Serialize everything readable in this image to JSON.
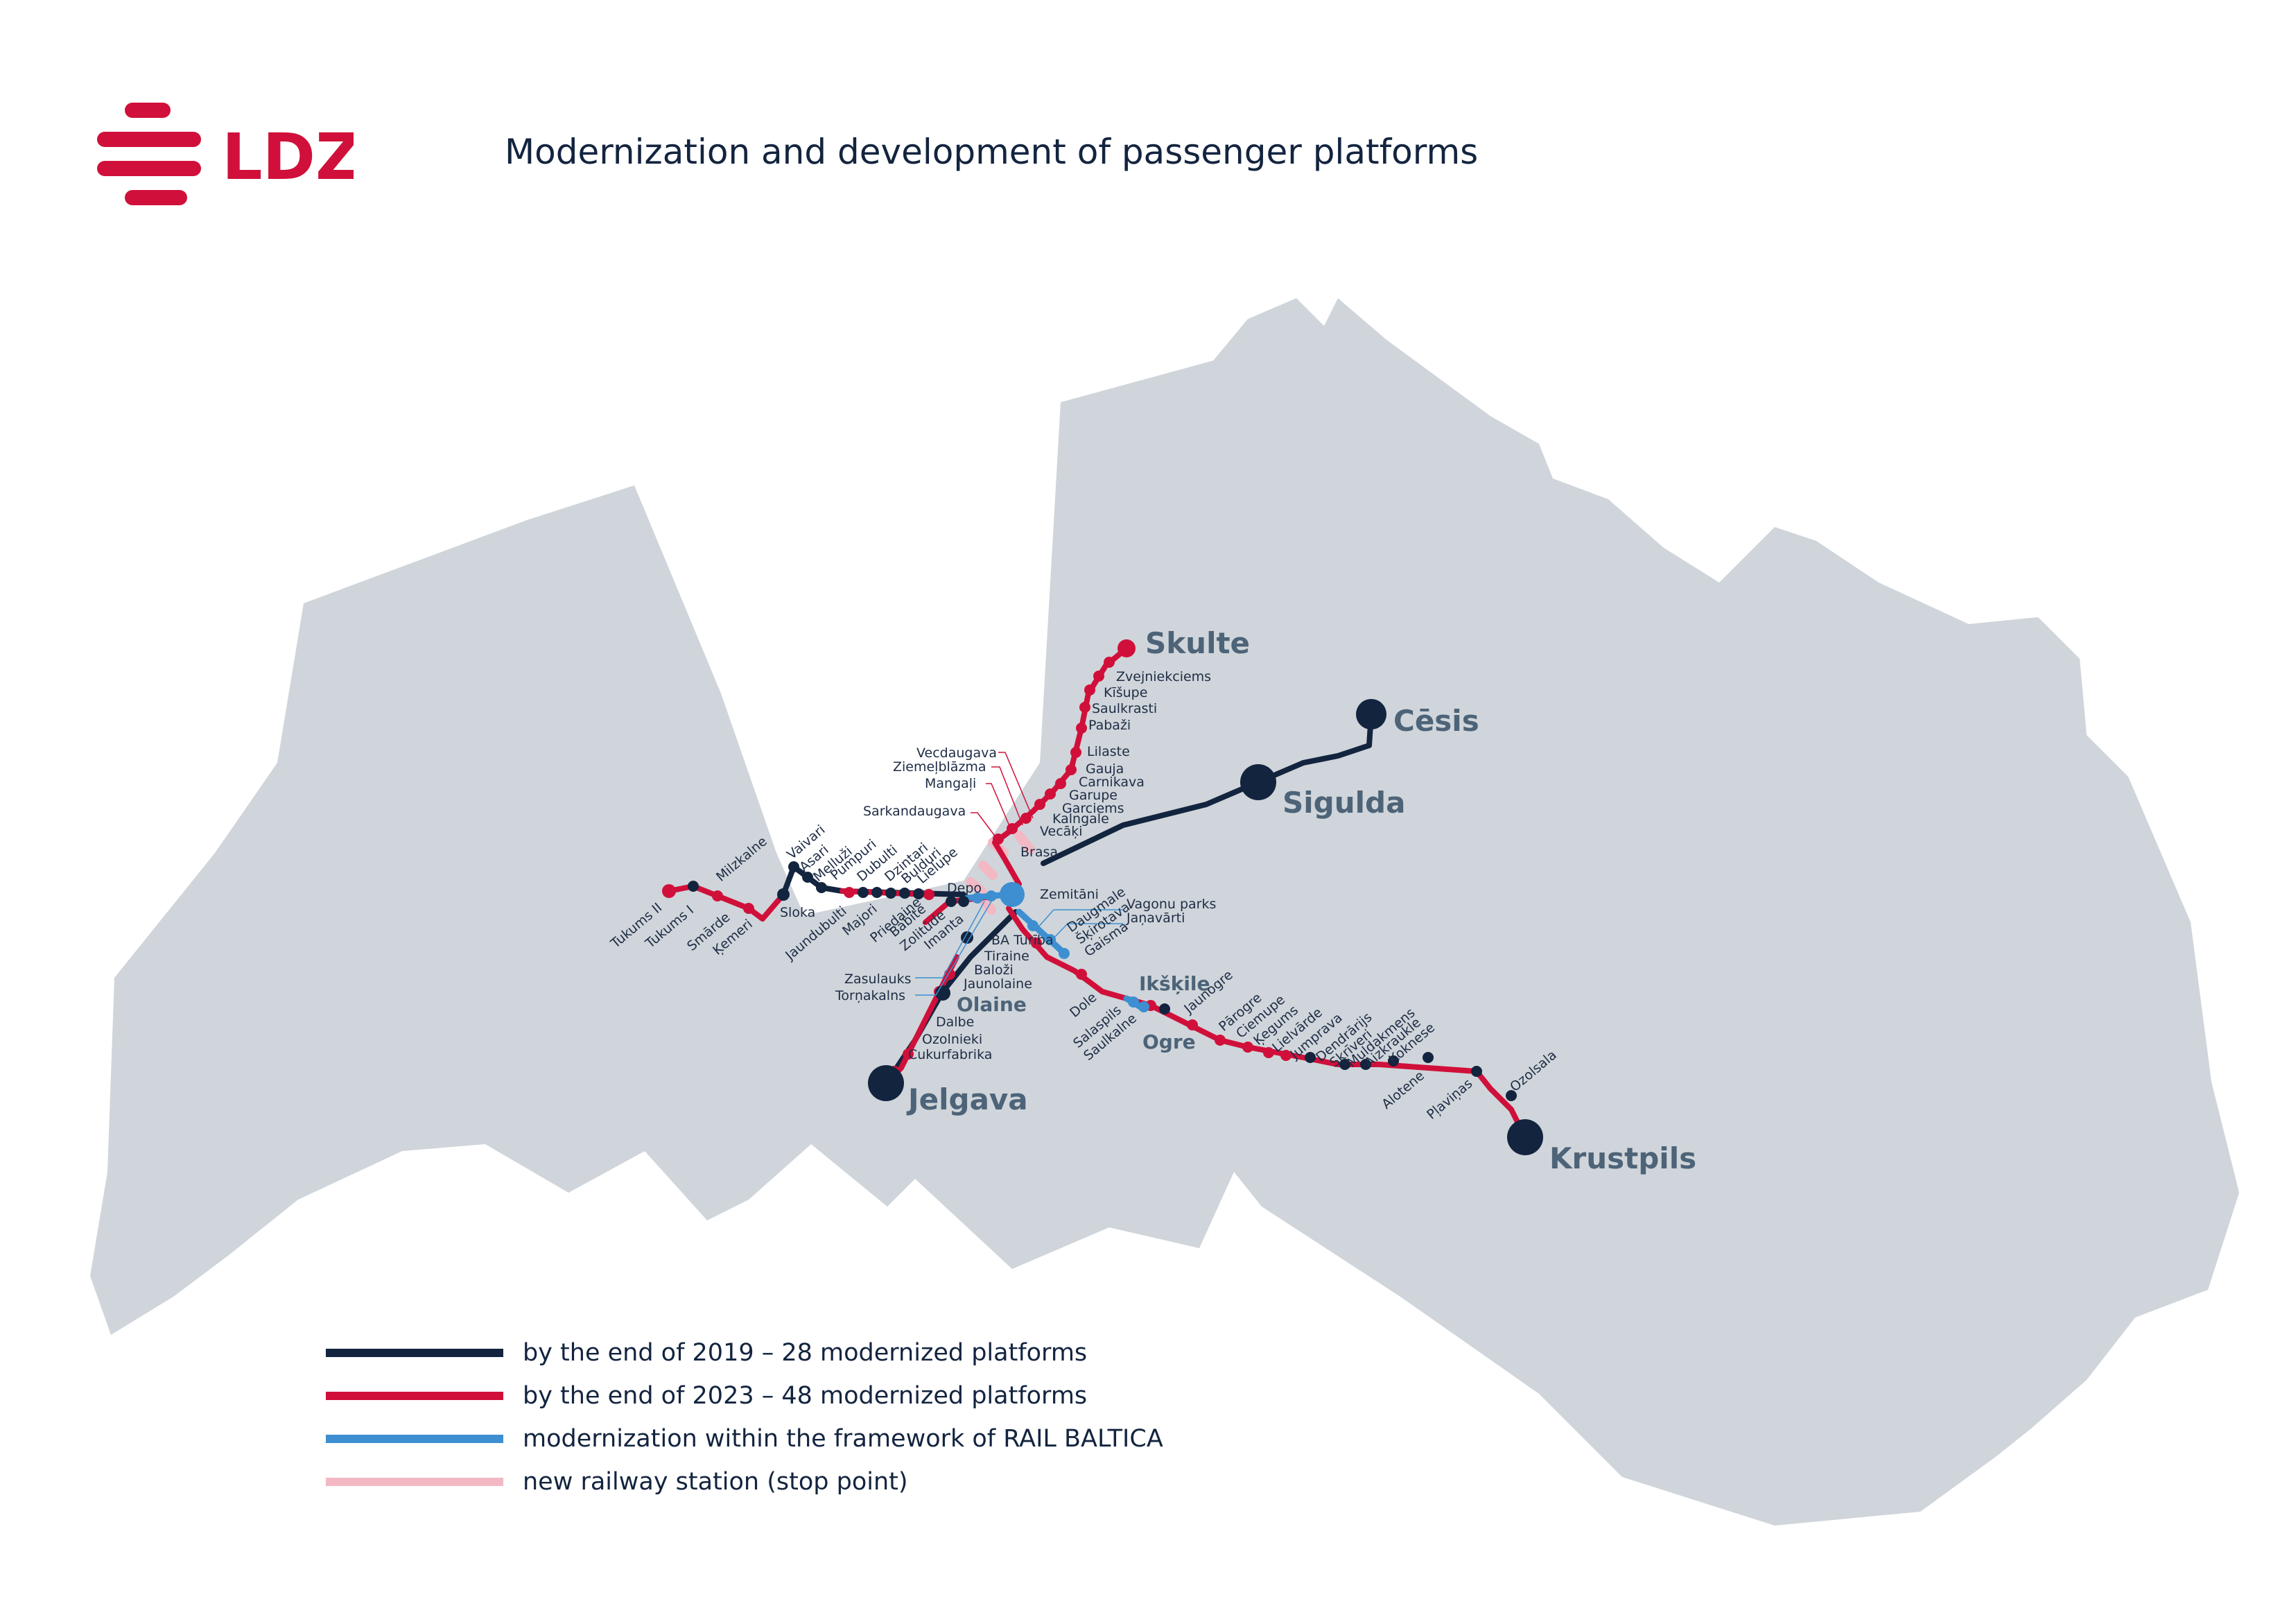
{
  "header": {
    "logo_text": "LDZ",
    "title": "Modernization and development of passenger platforms"
  },
  "colors": {
    "navy": "#13243f",
    "red": "#d0103a",
    "blue": "#3d8fd1",
    "pink": "#f2b9c4",
    "land": "#cfd5da",
    "label": "#4d6378"
  },
  "cities": {
    "skulte": "Skulte",
    "cesis": "Cēsis",
    "sigulda": "Sigulda",
    "jelgava": "Jelgava",
    "olaine": "Olaine",
    "ogre": "Ogre",
    "ikskile": "Ikšķile",
    "krustpils": "Krustpils"
  },
  "stations": {
    "zvejniekciems": "Zvejniekciems",
    "kisupe": "Kīšupe",
    "saulkrasti": "Saulkrasti",
    "pabazi": "Pabaži",
    "lilaste": "Lilaste",
    "gauja": "Gauja",
    "carnikava": "Carnikava",
    "garupe": "Garupe",
    "garciems": "Garciems",
    "kalngale": "Kalngale",
    "vecaki": "Vecāķi",
    "vecdaugava": "Vecdaugava",
    "ziemelblazma": "Ziemeļblāzma",
    "mangali": "Mangaļi",
    "sarkandaugava": "Sarkandaugava",
    "brasa": "Brasa",
    "zemitani": "Zemitāni",
    "depo": "Depo",
    "vagonu_parks": "Vagonu parks",
    "janavarti": "Jaņavārti",
    "daugmale": "Daugmale",
    "skirotava": "Šķirotava",
    "gaisma": "Gaisma",
    "ba_turiba": "BA Turība",
    "tiraine": "Tiraine",
    "balozi": "Baloži",
    "jaunolaine": "Jaunolaine",
    "zasulauks": "Zasulauks",
    "tornakalns": "Torņakalns",
    "dalbe": "Dalbe",
    "ozolnieki": "Ozolnieki",
    "cukurfabrika": "Cukurfabrika",
    "tukums2": "Tukums II",
    "tukums1": "Tukums I",
    "smarde": "Smārde",
    "milzkalne": "Milzkalne",
    "kemeri": "Ķemeri",
    "sloka": "Sloka",
    "vaivari": "Vaivari",
    "asari": "Asari",
    "melluzi": "Melluži",
    "pumpuri": "Pumpuri",
    "jaundubulti": "Jaundubulti",
    "dubulti": "Dubulti",
    "majori": "Majori",
    "dzintari": "Dzintari",
    "bulduri": "Bulduri",
    "lielupe": "Lielupe",
    "priedaine": "Priedaine",
    "babite": "Babīte",
    "zolitude": "Zolitūde",
    "imanta": "Imanta",
    "dole": "Dole",
    "salaspils": "Salaspils",
    "saulkalne": "Saulkalne",
    "jaunogre": "Jaunogre",
    "parogre": "Pārogre",
    "ciemupe": "Ciemupe",
    "kegums": "Ķegums",
    "lielvarde": "Lielvārde",
    "jumprava": "Jumprava",
    "dendrarijs": "Dendrārijs",
    "skriveri": "Skrīveri",
    "muldakmens": "Muldakmens",
    "aizkraukle": "Aizkraukle",
    "koknese": "Koknese",
    "aloteno": "Alotene",
    "plavinas": "Pļaviņas",
    "ozolsala": "Ozolsala"
  },
  "legend": [
    {
      "label": "by the end of 2019 – 28 modernized platforms",
      "color": "#13243f"
    },
    {
      "label": "by the end of 2023 – 48 modernized platforms",
      "color": "#d0103a"
    },
    {
      "label": "modernization within the framework of RAIL BALTICA",
      "color": "#3d8fd1"
    },
    {
      "label": "new railway station (stop point)",
      "color": "#f2b9c4"
    }
  ]
}
